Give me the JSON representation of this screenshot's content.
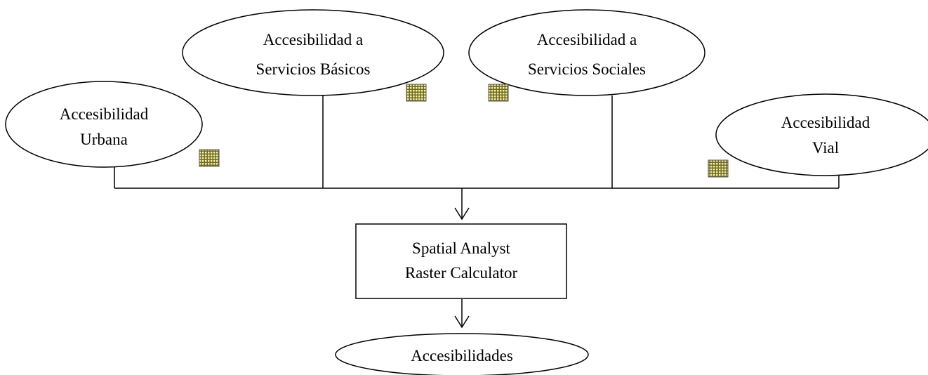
{
  "diagram": {
    "inputs": [
      {
        "id": "urbana",
        "lines": [
          "Accesibilidad",
          "Urbana"
        ]
      },
      {
        "id": "basicos",
        "lines": [
          "Accesibilidad a",
          "Servicios  Básicos"
        ]
      },
      {
        "id": "sociales",
        "lines": [
          "Accesibilidad a",
          "Servicios  Sociales"
        ]
      },
      {
        "id": "vial",
        "lines": [
          "Accesibilidad",
          "Vial"
        ]
      }
    ],
    "process": {
      "lines": [
        "Spatial Analyst",
        "Raster Calculator"
      ]
    },
    "output": {
      "lines": [
        "Accesibilidades"
      ]
    }
  },
  "colors": {
    "stroke": "#000000",
    "background": "#ffffff",
    "raster_icon": "#c8c070"
  },
  "icons": [
    "raster-grid-icon"
  ]
}
